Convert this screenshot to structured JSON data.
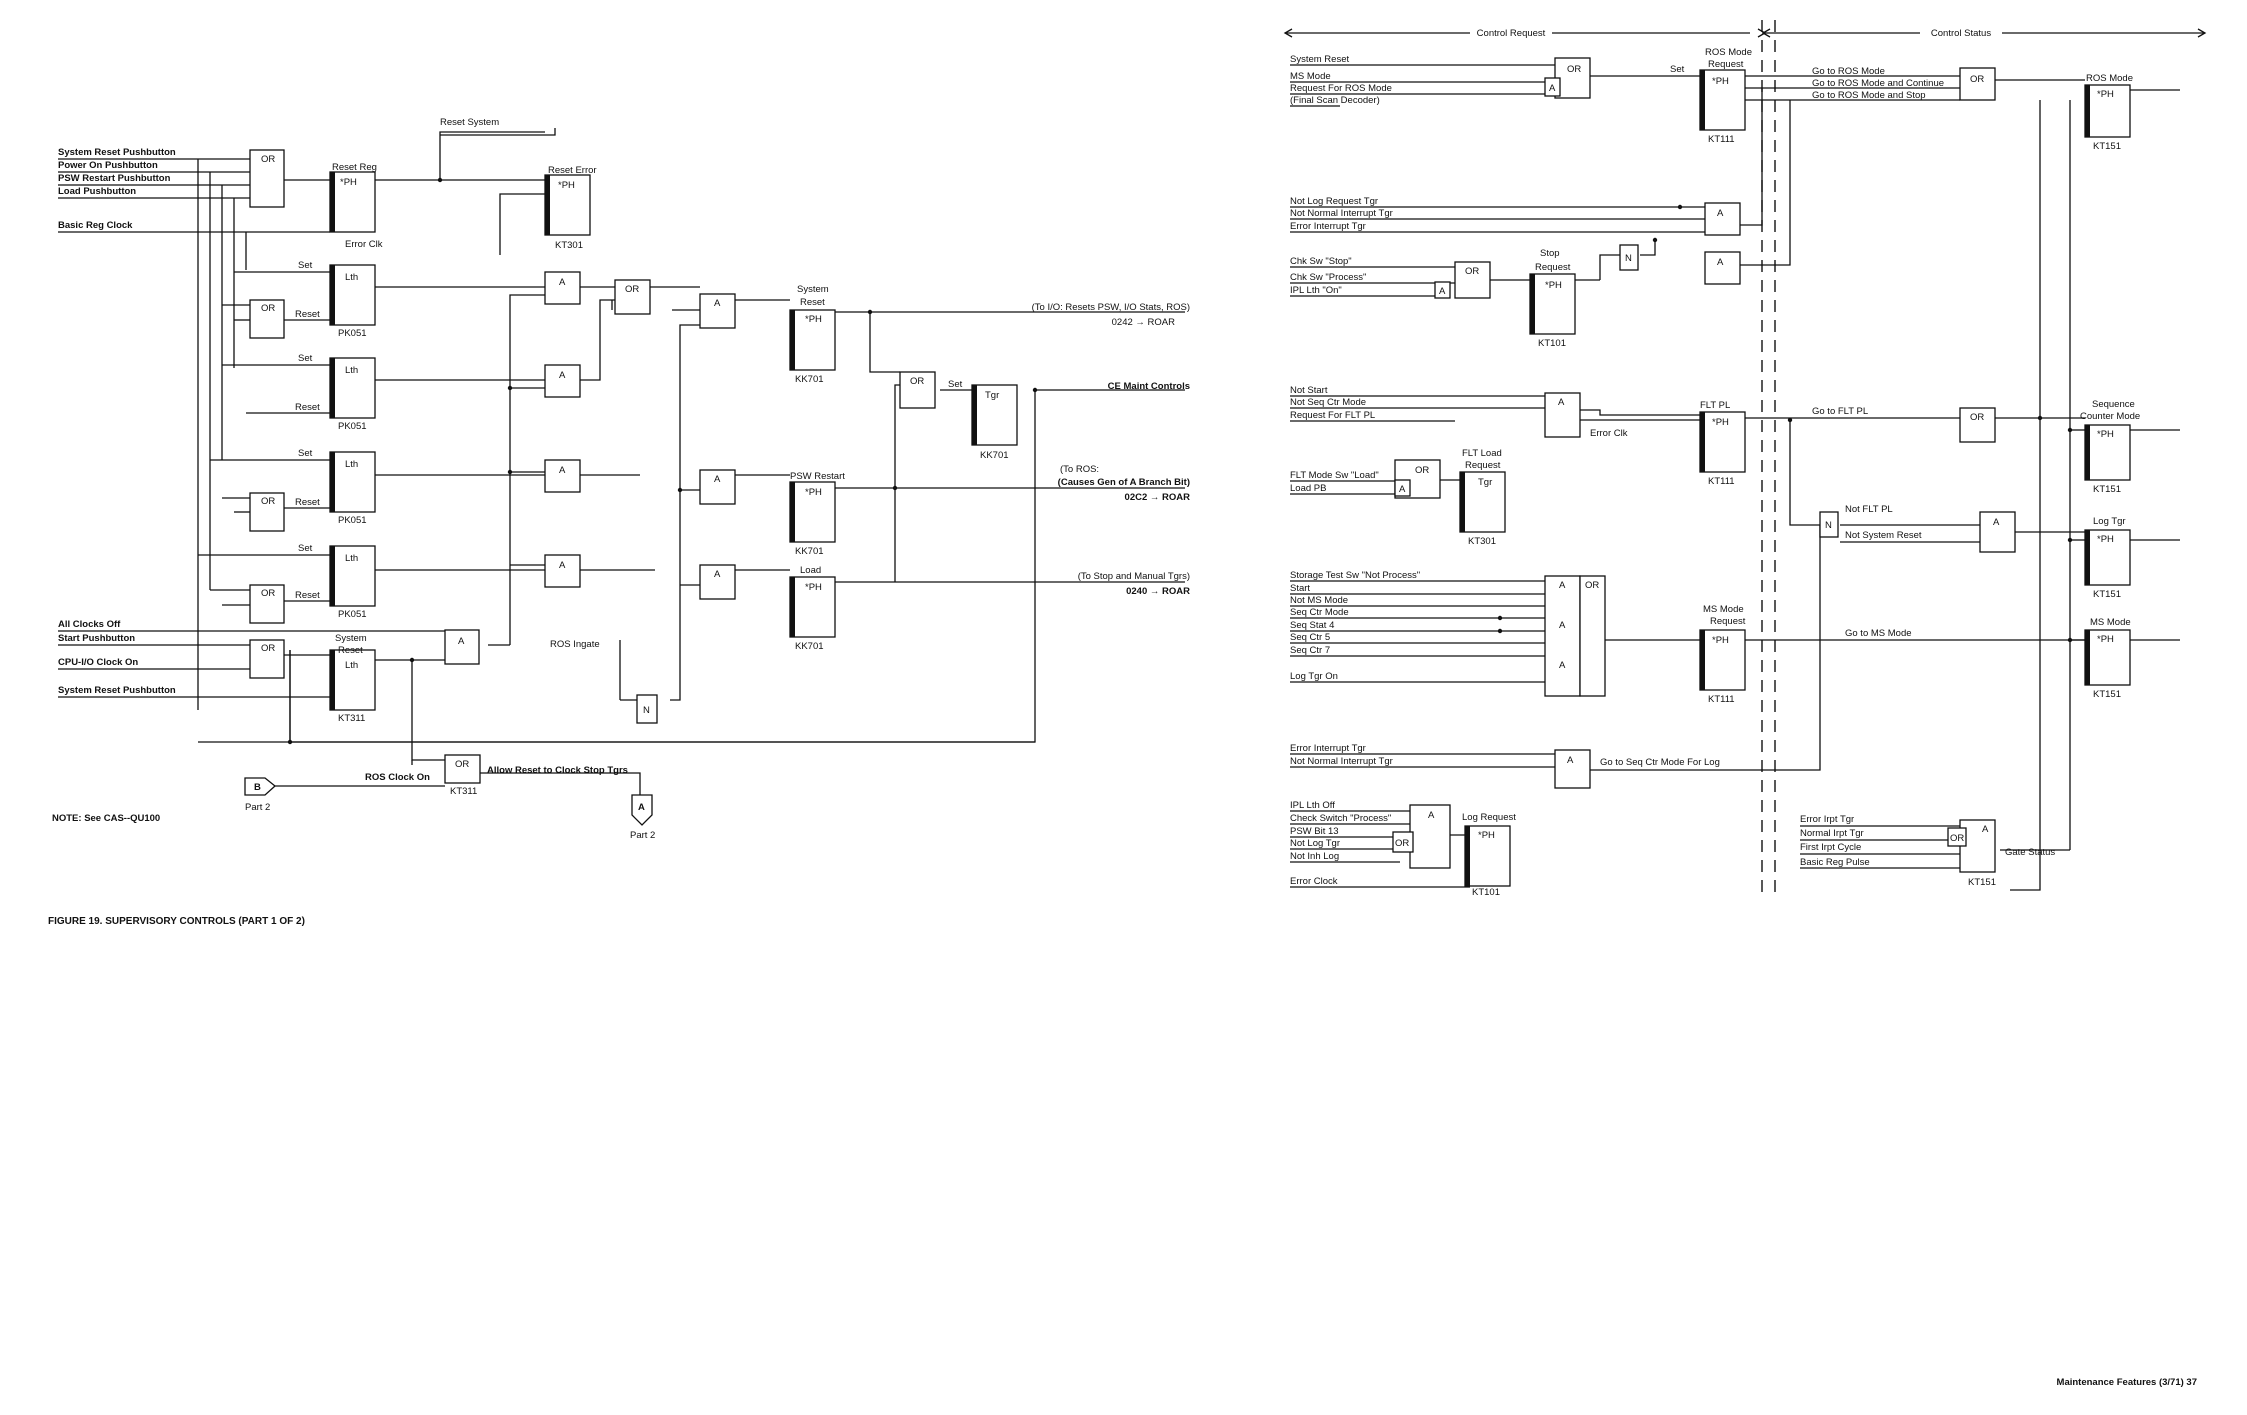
{
  "left": {
    "inputs": {
      "system_reset_pb": "System Reset Pushbutton",
      "power_on_pb": "Power On Pushbutton",
      "psw_restart_pb": "PSW Restart Pushbutton",
      "load_pb": "Load Pushbutton",
      "basic_reg_clock": "Basic Reg Clock",
      "all_clocks_off": "All Clocks Off",
      "start_pb": "Start Pushbutton",
      "cpu_io_clock_on": "CPU-I/O Clock  On",
      "system_reset_pb2": "System Reset Pushbutton",
      "ros_ingate": "ROS Ingate",
      "ros_clock_on": "ROS Clock On",
      "reset_system": "Reset System",
      "error_clk": "Error Clk",
      "allow_reset": "Allow Reset to Clock Stop Tgrs"
    },
    "gates": {
      "or": "OR",
      "and": "A",
      "not": "N",
      "ph": "*PH",
      "lth": "Lth",
      "tgr": "Tgr"
    },
    "blocks": {
      "reset_reg": "Reset Reg",
      "reset_error": "Reset Error",
      "system_reset_top": "System",
      "system_reset_bottom": "Reset",
      "psw_restart": "PSW Restart",
      "load": "Load",
      "system_reset2_top": "System",
      "system_reset2_bottom": "Reset"
    },
    "pins": {
      "set": "Set",
      "reset": "Reset",
      "kt301": "KT301",
      "pk051": "PK051",
      "kk701": "KK701",
      "kt311": "KT311"
    },
    "outputs": {
      "to_io": "(To I/O:  Resets PSW, I/O Stats, ROS)",
      "roar_0242": "0242 → ROAR",
      "ce_maint": "CE Maint Controls",
      "to_ros": "(To ROS:",
      "causes_gen": "(Causes Gen of A Branch Bit)",
      "roar_02c2": "02C2 → ROAR",
      "to_stop": "(To Stop and Manual Tgrs)",
      "roar_0240": "0240 → ROAR"
    },
    "connectors": {
      "b": "B",
      "a": "A",
      "part2": "Part 2"
    },
    "note": "NOTE:  See CAS--QU100",
    "figure_caption": "FIGURE 19.  SUPERVISORY CONTROLS (PART 1 OF 2)"
  },
  "right": {
    "sections": {
      "control_request": "Control Request",
      "control_status": "Control Status"
    },
    "inputs": {
      "system_reset": "System Reset",
      "ms_mode": "MS Mode",
      "request_for_ros": "Request For ROS Mode",
      "final_scan": "(Final Scan Decoder)",
      "not_log_request": "Not Log Request Tgr",
      "not_normal_interrupt": "Not Normal Interrupt Tgr",
      "error_interrupt": "Error Interrupt Tgr",
      "chk_sw_stop": "Chk Sw \"Stop\"",
      "chk_sw_process": "Chk Sw \"Process\"",
      "ipl_lth_on": "IPL Lth \"On\"",
      "not_start": "Not Start",
      "not_seq_ctr_mode": "Not Seq Ctr Mode",
      "request_for_flt": "Request For FLT  PL",
      "flt_mode_sw": "FLT Mode Sw \"Load\"",
      "load_pb": "Load PB",
      "storage_test_sw": "Storage Test Sw \"Not Process\"",
      "start": "Start",
      "not_ms_mode": "Not MS Mode",
      "seq_ctr_mode": "Seq Ctr Mode",
      "seq_stat_4": "Seq Stat 4",
      "seq_ctr_5": "Seq Ctr 5",
      "seq_ctr_7": "Seq Ctr 7",
      "log_tgr_on": "Log Tgr On",
      "error_interrupt2": "Error Interrupt Tgr",
      "not_normal_interrupt2": "Not Normal Interrupt Tgr",
      "ipl_lth_off": "IPL Lth Off",
      "check_switch_process": "Check Switch \"Process\"",
      "psw_bit_13": "PSW Bit 13",
      "not_log_tgr": "Not Log Tgr",
      "not_inh_log": "Not Inh Log",
      "error_clock": "Error Clock",
      "error_irpt_tgr": "Error Irpt Tgr",
      "normal_irpt_tgr": "Normal Irpt Tgr",
      "first_irpt_cycle": "First Irpt Cycle",
      "basic_reg_pulse": "Basic Reg Pulse",
      "error_clk": "Error  Clk",
      "not_flt_pl": "Not FLT PL",
      "not_system_reset": "Not System Reset"
    },
    "blocks": {
      "ros_mode_request_top": "ROS Mode",
      "ros_mode_request_bottom": "Request",
      "stop_request_top": "Stop",
      "stop_request_bottom": "Request",
      "flt_load_top": "FLT Load",
      "flt_load_bottom": "Request",
      "flt_pl": "FLT  PL",
      "ms_mode_request_top": "MS Mode",
      "ms_mode_request_bottom": "Request",
      "log_request": "Log Request",
      "ros_mode": "ROS Mode",
      "sequence_top": "Sequence",
      "sequence_bottom": "Counter Mode",
      "log_tgr": "Log Tgr",
      "ms_mode_out": "MS Mode"
    },
    "pins": {
      "set": "Set",
      "kt111": "KT111",
      "kt101": "KT101",
      "kt301": "KT301",
      "kt151": "KT151"
    },
    "signals": {
      "go_to_ros_mode": "Go to ROS Mode",
      "go_to_ros_continue": "Go to ROS Mode and Continue",
      "go_to_ros_stop": "Go to ROS Mode and Stop",
      "go_to_flt_pl": "Go to FLT PL",
      "go_to_ms_mode": "Go to MS Mode",
      "go_to_seq_ctr": "Go to Seq Ctr Mode For Log",
      "gate_status": "Gate Status"
    },
    "footer": "Maintenance Features   (3/71)   37"
  }
}
